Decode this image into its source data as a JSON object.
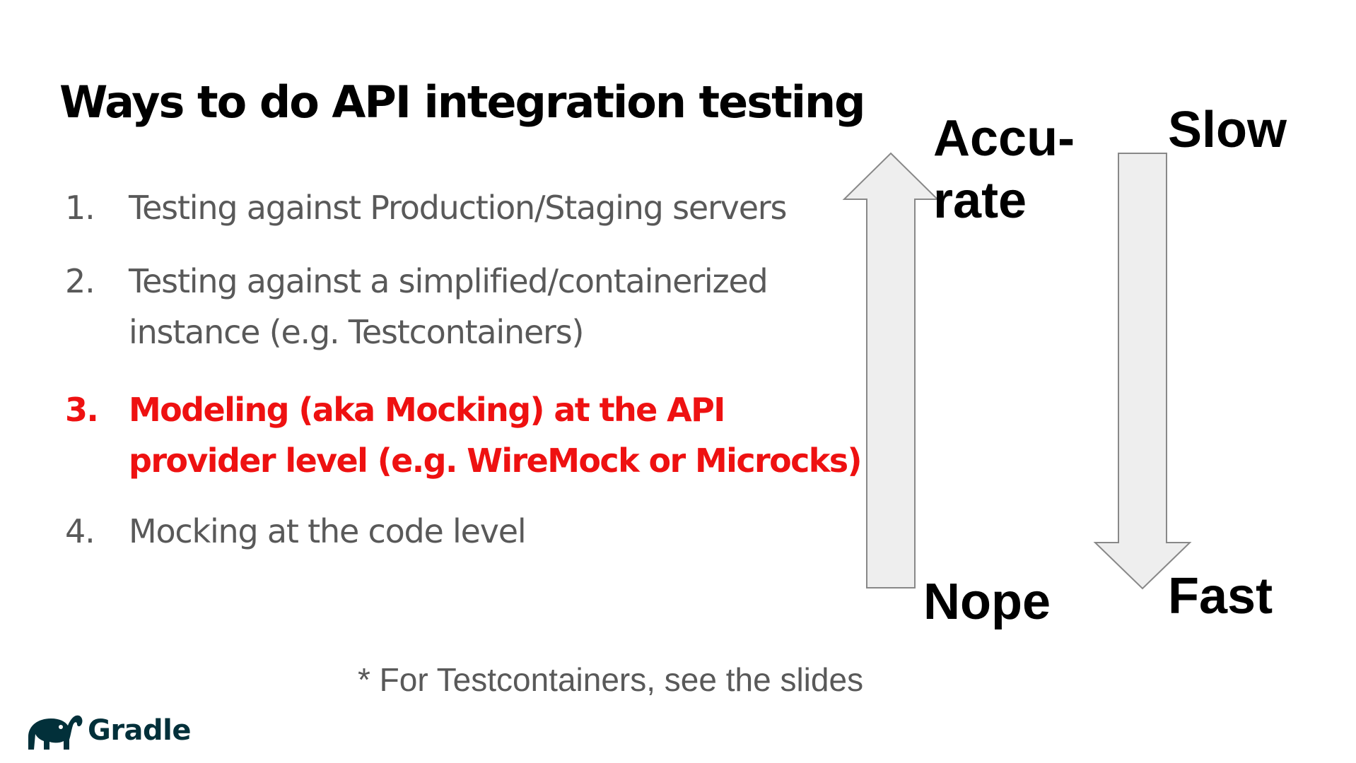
{
  "slide": {
    "title": "Ways to do API integration testing",
    "items": [
      {
        "number": "1.",
        "lines": [
          "Testing against Production/Staging servers"
        ]
      },
      {
        "number": "2.",
        "lines": [
          "Testing against a simplified/containerized",
          "instance (e.g. Testcontainers)"
        ]
      },
      {
        "number": "3.",
        "lines": [
          "Modeling (aka Mocking) at the API",
          "provider level (e.g. WireMock or Microcks)"
        ]
      },
      {
        "number": "4.",
        "lines": [
          "Mocking at the code level"
        ]
      }
    ],
    "footnote": "* For Testcontainers, see the slides"
  },
  "scale": {
    "accuracy_top_line1": "Accu-",
    "accuracy_top_line2": "rate",
    "accuracy_bottom": "Nope",
    "speed_top": "Slow",
    "speed_bottom": "Fast"
  },
  "logo": {
    "text": "Gradle",
    "icon": "gradle-elephant-icon"
  },
  "colors": {
    "highlight": "#ee1111",
    "body_text": "#595959",
    "arrow_fill": "#eeeeee",
    "arrow_stroke": "#888888",
    "logo": "#02303a"
  }
}
